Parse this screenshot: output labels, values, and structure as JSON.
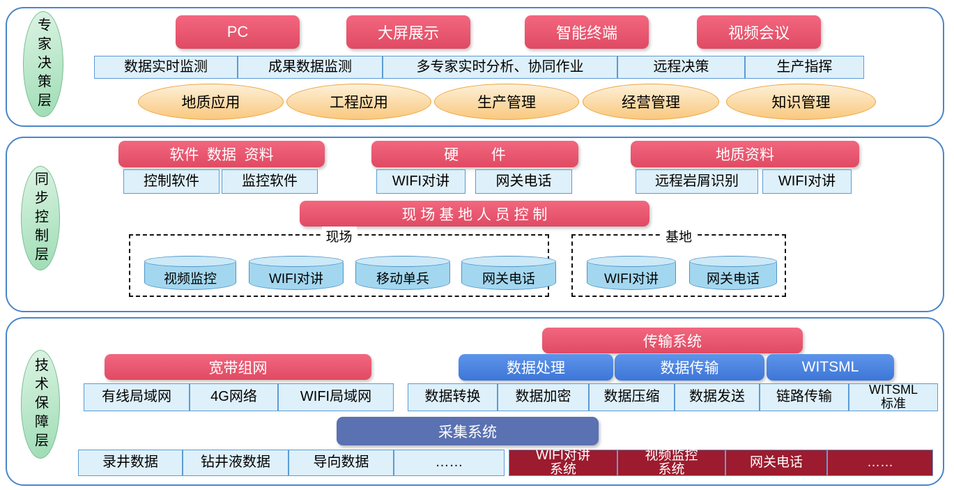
{
  "colors": {
    "panel_border": "#4a86c8",
    "red_box": "#e85066",
    "light_blue_fill": "#def0fa",
    "light_blue_border": "#5b9bd5",
    "orange_fill": "#f9c87e",
    "orange_border": "#eda43c",
    "green_fill": "#aee0bf",
    "green_border": "#79bd92",
    "blue_module": "#4a84e4",
    "slate_blue": "#5a71b2",
    "dark_red": "#9c1b2e",
    "cylinder_fill": "#a3d7ef"
  },
  "layers": {
    "expert": {
      "label": "专家决策层",
      "terminals": [
        "PC",
        "大屏展示",
        "智能终端",
        "视频会议"
      ],
      "functions": [
        "数据实时监测",
        "成果数据监测",
        "多专家实时分析、协同作业",
        "远程决策",
        "生产指挥"
      ],
      "applications": [
        "地质应用",
        "工程应用",
        "生产管理",
        "经营管理",
        "知识管理"
      ]
    },
    "sync": {
      "label": "同步控制层",
      "group_titles": [
        "软件  数据  资料",
        "硬        件",
        "地质资料"
      ],
      "group1_items": [
        "控制软件",
        "监控软件"
      ],
      "group2_items": [
        "WIFI对讲",
        "网关电话"
      ],
      "group3_items": [
        "远程岩屑识别",
        "WIFI对讲"
      ],
      "control_bar": "现 场 基 地 人 员 控 制",
      "site_zone": {
        "name": "现场",
        "devices": [
          "视频监控",
          "WIFI对讲",
          "移动单兵",
          "网关电话"
        ]
      },
      "base_zone": {
        "name": "基地",
        "devices": [
          "WIFI对讲",
          "网关电话"
        ]
      }
    },
    "tech": {
      "label": "技术保障层",
      "transmission_system": "传输系统",
      "broadband": "宽带组网",
      "broadband_items": [
        "有线局域网",
        "4G网络",
        "WIFI局域网"
      ],
      "modules": [
        "数据处理",
        "数据传输",
        "WITSML"
      ],
      "module_items": [
        "数据转换",
        "数据加密",
        "数据压缩",
        "数据发送",
        "链路传输",
        "WITSML\n标准"
      ],
      "acquisition": "采集系统",
      "acquisition_items": [
        "录井数据",
        "钻井液数据",
        "导向数据",
        "……"
      ],
      "systems": [
        "WIFI对讲\n系统",
        "视频监控\n系统",
        "网关电话",
        "……"
      ]
    }
  }
}
